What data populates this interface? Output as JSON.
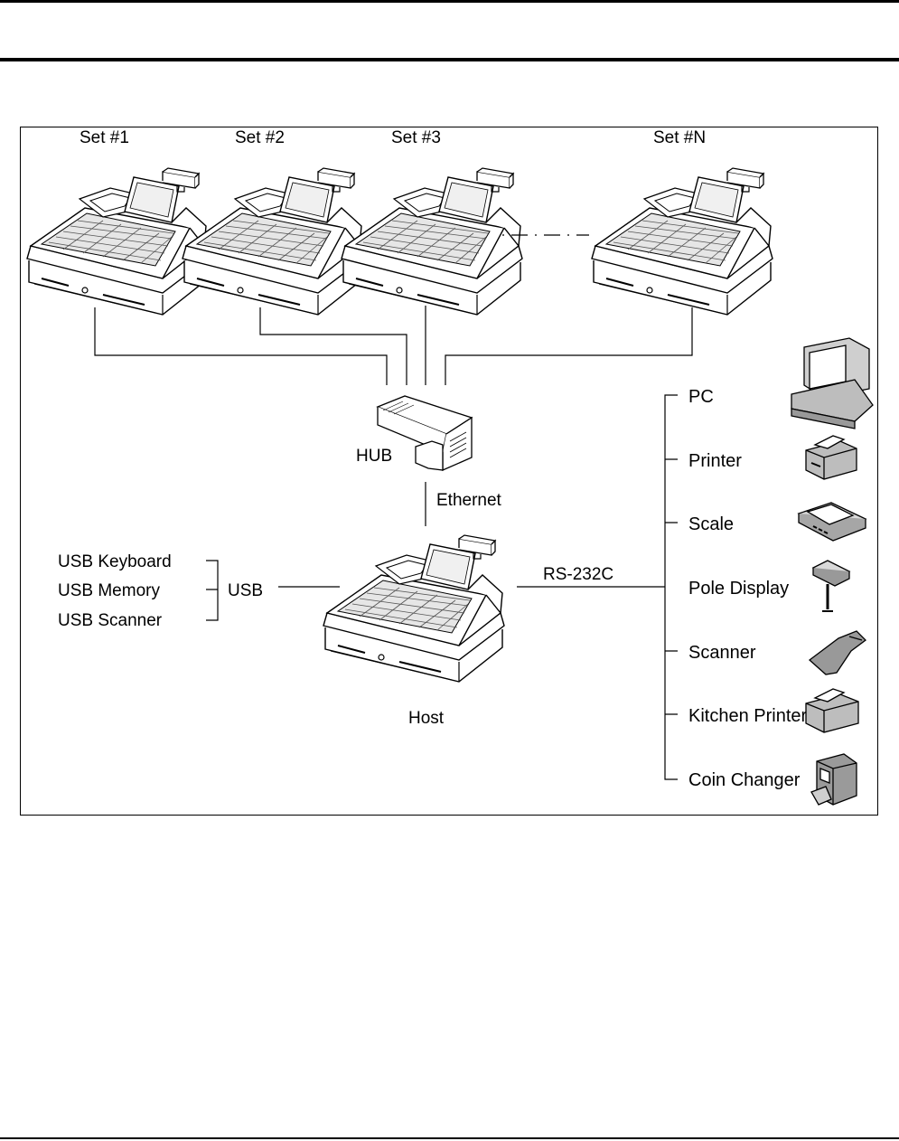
{
  "sets": [
    {
      "label": "Set #1"
    },
    {
      "label": "Set #2"
    },
    {
      "label": "Set #3"
    },
    {
      "label": "Set #N"
    }
  ],
  "hub": {
    "label": "HUB"
  },
  "ethernet": {
    "label": "Ethernet"
  },
  "host": {
    "label": "Host"
  },
  "usb": {
    "label": "USB",
    "devices": [
      "USB Keyboard",
      "USB Memory",
      "USB Scanner"
    ]
  },
  "rs232": {
    "label": "RS-232C",
    "devices": [
      "PC",
      "Printer",
      "Scale",
      "Pole Display",
      "Scanner",
      "Kitchen Printer",
      "Coin Changer"
    ]
  }
}
